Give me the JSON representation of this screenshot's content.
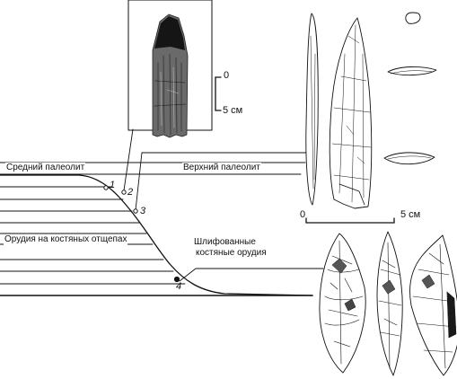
{
  "labels": {
    "middle_paleolithic": "Средний палеолит",
    "upper_paleolithic": "Верхний палеолит",
    "bone_flake_tools": "Орудия на костяных отщепах",
    "polished_tools_line1": "Шлифованные",
    "polished_tools_line2": "костяные орудия"
  },
  "points": [
    "1",
    "2",
    "3",
    "4"
  ],
  "scale_vertical": {
    "zero": "0",
    "five": "5 см"
  },
  "scale_horizontal": {
    "zero": "0",
    "five": "5 см"
  },
  "colors": {
    "ink": "#111111",
    "paper": "#ffffff"
  }
}
